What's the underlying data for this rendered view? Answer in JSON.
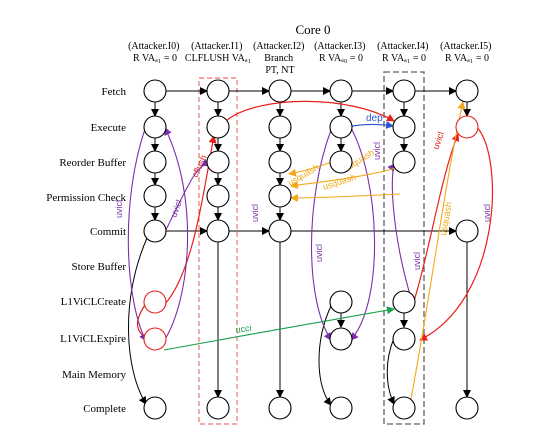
{
  "title": "Core 0",
  "columns": [
    {
      "id": "I0",
      "header": [
        "(Attacker.I0)",
        "R VAₐ₁ = 0"
      ]
    },
    {
      "id": "I1",
      "header": [
        "(Attacker.I1)",
        "CLFLUSH VAₐ₁"
      ]
    },
    {
      "id": "I2",
      "header": [
        "(Attacker.I2)",
        "Branch",
        "PT, NT"
      ]
    },
    {
      "id": "I3",
      "header": [
        "(Attacker.I3)",
        "R VAₐ₀ = 0"
      ]
    },
    {
      "id": "I4",
      "header": [
        "(Attacker.I4)",
        "R VAₐ₁ = 0"
      ]
    },
    {
      "id": "I5",
      "header": [
        "(Attacker.I5)",
        "R VAₐ₁ = 0"
      ]
    }
  ],
  "rows": [
    "Fetch",
    "Execute",
    "Reorder Buffer",
    "Permission Check",
    "Commit",
    "Store Buffer",
    "L1ViCLCreate",
    "L1ViCLExpire",
    "Main Memory",
    "Complete"
  ],
  "edge_labels": {
    "cflush": "cflush",
    "uvicl": "uvicl",
    "dep": "dep",
    "usquash": "usquash",
    "ucci": "ucci"
  },
  "colors": {
    "red": "#e8201a",
    "purple": "#7b2fa8",
    "orange": "#f2a91a",
    "green": "#1aa04a",
    "blue": "#2a56d8",
    "pinkbox": "#f07070",
    "graybox": "#606060"
  }
}
